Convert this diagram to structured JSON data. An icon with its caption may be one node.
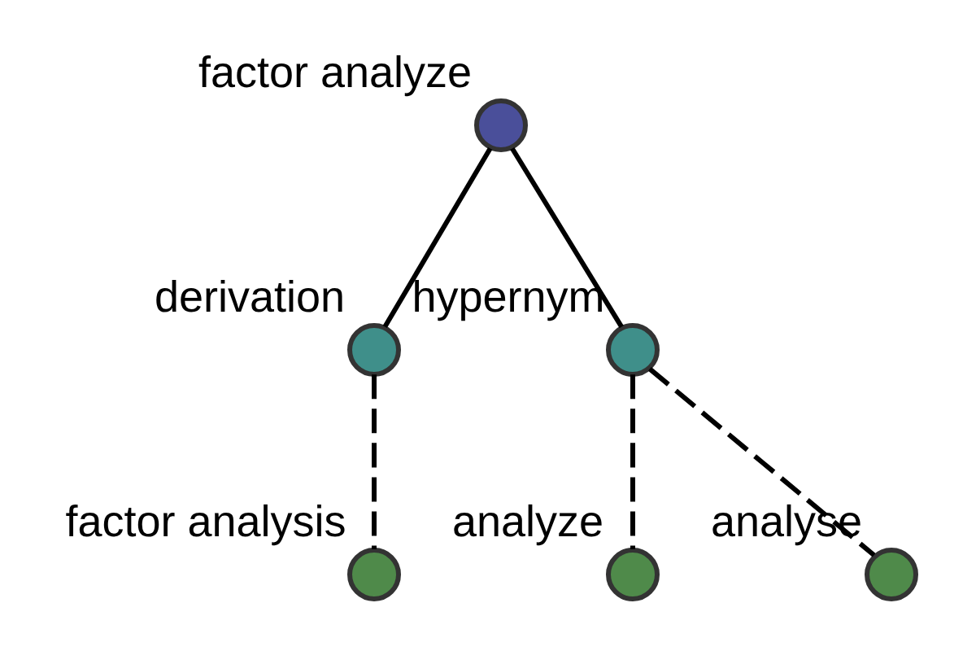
{
  "diagram": {
    "nodes": [
      {
        "text": [],
        "shape": "circle",
        "beside": [
          "factor analyze"
        ]
      },
      {
        "text": [],
        "shape": "circle",
        "beside": [
          "derivation"
        ]
      },
      {
        "text": [],
        "shape": "circle",
        "beside": [
          "factor analysis"
        ]
      },
      {
        "text": [],
        "shape": "circle",
        "beside": [
          "hypernym"
        ]
      },
      {
        "text": [],
        "shape": "circle",
        "beside": [
          "analyze"
        ]
      },
      {
        "text": [],
        "shape": "circle",
        "beside": [
          "analyse"
        ]
      }
    ],
    "edges": [
      {
        "from": 0,
        "to": 1,
        "arrow": "none"
      },
      {
        "from": 1,
        "to": 2,
        "arrow": "none",
        "style": "dashed"
      },
      {
        "from": 0,
        "to": 3,
        "arrow": "none"
      },
      {
        "from": 3,
        "to": 4,
        "arrow": "none",
        "style": "dashed"
      },
      {
        "from": 3,
        "to": 5,
        "arrow": "none",
        "style": "dashed"
      }
    ]
  }
}
